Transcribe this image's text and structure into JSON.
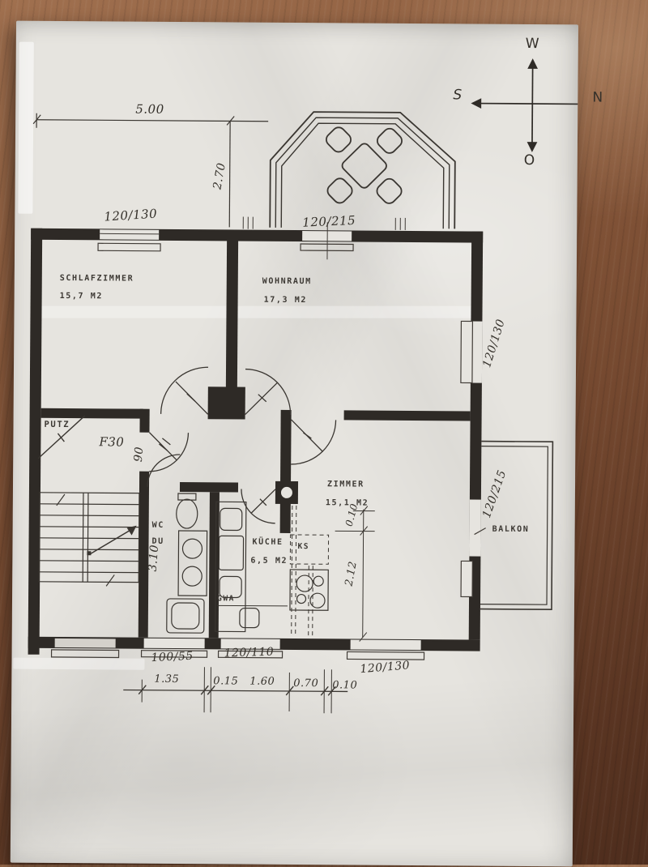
{
  "compass": {
    "top": "W",
    "right": "N",
    "left": "S",
    "bottom": "O"
  },
  "rooms": {
    "schlafzimmer": {
      "name": "SCHLAFZIMMER",
      "area": "15,7 M2"
    },
    "wohnraum": {
      "name": "WOHNRAUM",
      "area": "17,3 M2"
    },
    "zimmer": {
      "name": "ZIMMER",
      "area": "15,1 M2"
    },
    "kueche": {
      "name": "KÜCHE",
      "area": "6,5 M2"
    },
    "wc": {
      "line1": "WC",
      "line2": "DU"
    },
    "putz": {
      "name": "PUTZ"
    },
    "balkon": {
      "name": "BALKON"
    }
  },
  "windows": {
    "schlafzimmer_top": "120/130",
    "bay_door": "120/215",
    "wohnraum_right": "120/130",
    "balkon_door": "120/215",
    "wc_bottom": "100/55",
    "kueche_bottom": "120/110",
    "zimmer_bottom": "120/130"
  },
  "dims": {
    "width_top": "5.00",
    "bay_depth": "2.70",
    "entry_door": "90",
    "wc_length": "3.10",
    "wall_offset": "0.10",
    "zimmer_niche": "2.12",
    "chain": [
      "1.35",
      "0.15",
      "1.60",
      "0.70",
      "0.10"
    ]
  },
  "ann": {
    "fire": "F30",
    "dishwasher": "GWA",
    "fridge": "KS"
  }
}
